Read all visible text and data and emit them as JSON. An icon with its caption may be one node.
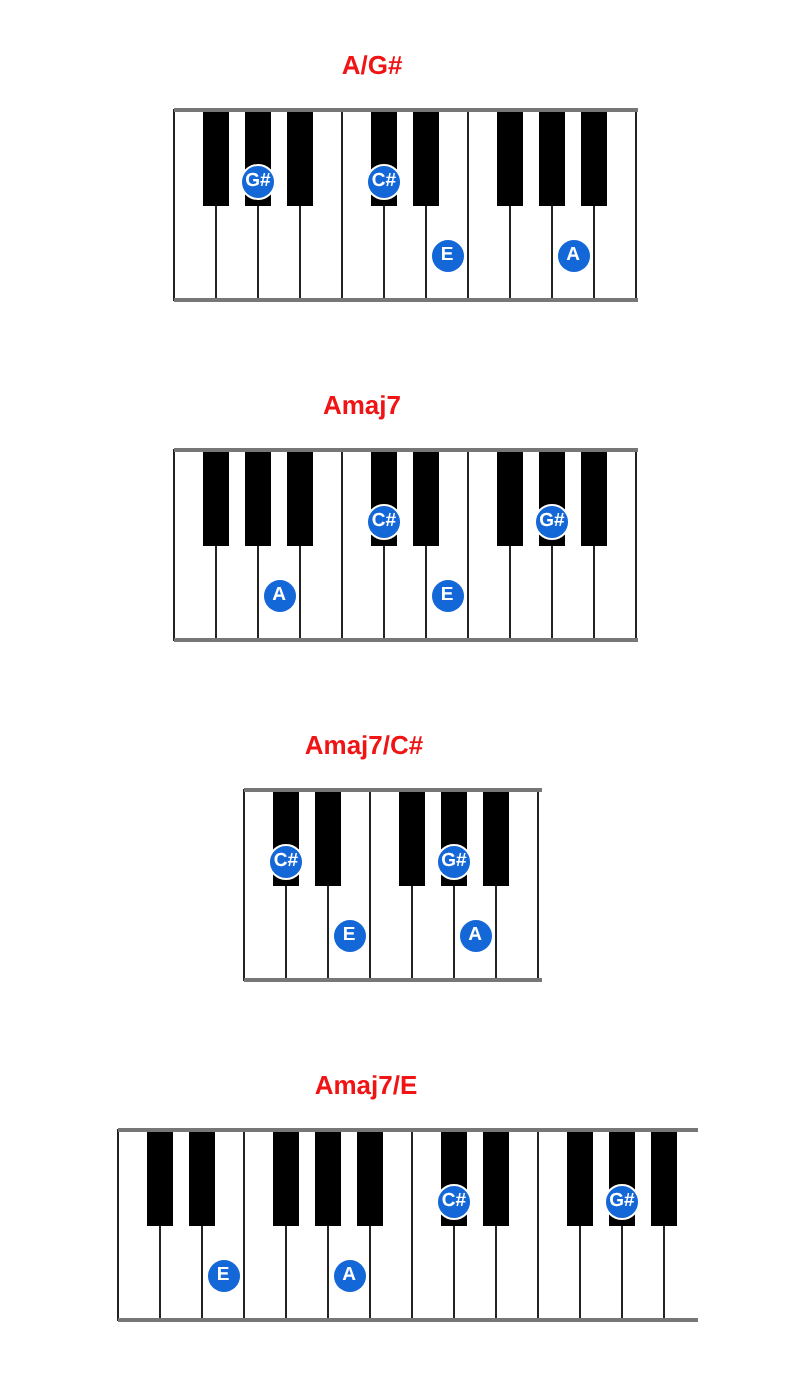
{
  "diagram": {
    "nodes": [
      {
        "text": [
          "A/G#"
        ]
      },
      {
        "text": [
          "G#"
        ],
        "in": 0
      },
      {
        "text": [
          "C#"
        ],
        "in": 0
      },
      {
        "text": [
          "E"
        ],
        "in": 0
      },
      {
        "text": [
          "A"
        ],
        "in": 0
      },
      {
        "text": [
          "Amaj7"
        ]
      },
      {
        "text": [
          "C#"
        ],
        "in": 5
      },
      {
        "text": [
          "G#"
        ],
        "in": 5
      },
      {
        "text": [
          "A"
        ],
        "in": 5
      },
      {
        "text": [
          "E"
        ],
        "in": 5
      },
      {
        "text": [
          "Amaj7/C#"
        ]
      },
      {
        "text": [
          "C#"
        ],
        "in": 10
      },
      {
        "text": [
          "G#"
        ],
        "in": 10
      },
      {
        "text": [
          "E"
        ],
        "in": 10
      },
      {
        "text": [
          "A"
        ],
        "in": 10
      },
      {
        "text": [
          "Amaj7/E"
        ]
      },
      {
        "text": [
          "C#"
        ],
        "in": 15
      },
      {
        "text": [
          "G#"
        ],
        "in": 15
      },
      {
        "text": [
          "E"
        ],
        "in": 15
      },
      {
        "text": [
          "A"
        ],
        "in": 15
      }
    ]
  }
}
